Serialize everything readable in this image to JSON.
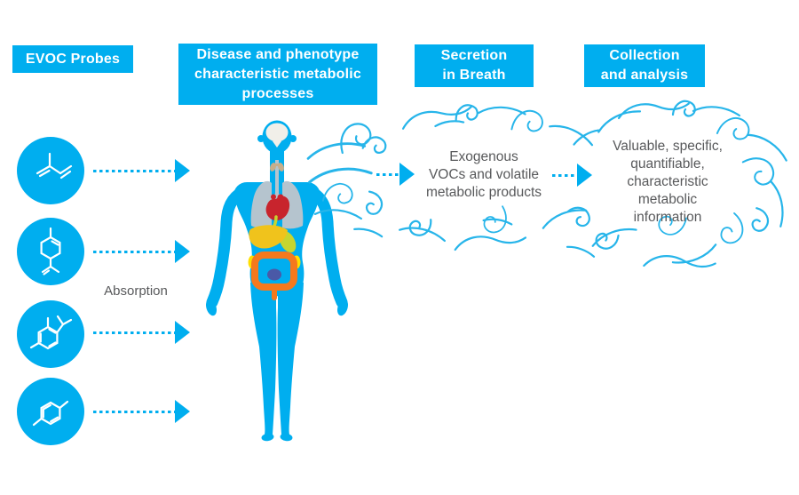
{
  "figure": {
    "title": "EVOC probes breath analysis workflow diagram",
    "colors": {
      "cyan": "#00aeef",
      "swirl": "#27b5ea",
      "gray_text": "#58595b",
      "organ_heart": "#c8242d",
      "organ_liver": "#f0c31c",
      "organ_stomach": "#c6d52f",
      "organ_intestine": "#f5791d",
      "organ_kidney": "#ffdf00",
      "organ_bladder": "#4a59a7",
      "organ_lungs": "#b5c4ce",
      "organ_brain": "#f1efe9",
      "organ_thyroid": "#c7ae8b"
    }
  },
  "headers": [
    {
      "label": "EVOC Probes",
      "lines": [
        "EVOC Probes"
      ]
    },
    {
      "label": "Disease and phenotype characteristic metabolic processes",
      "lines": [
        "Disease and phenotype",
        "characteristic metabolic",
        "processes"
      ]
    },
    {
      "label": "Secretion in Breath",
      "lines": [
        "Secretion",
        "in Breath"
      ]
    },
    {
      "label": "Collection and analysis",
      "lines": [
        "Collection",
        "and analysis"
      ]
    }
  ],
  "probes": {
    "absorption_label": "Absorption",
    "molecules": [
      {
        "icon": "molecule-isoprene-icon"
      },
      {
        "icon": "molecule-limonene-icon"
      },
      {
        "icon": "molecule-cymene-icon"
      },
      {
        "icon": "molecule-xylene-icon"
      }
    ]
  },
  "body": {
    "icon": "human-body-organs-icon"
  },
  "breath_cloud": {
    "label": "Exogenous VOCs and volatile metabolic products",
    "lines": [
      "Exogenous",
      "VOCs and volatile",
      "metabolic products"
    ]
  },
  "analysis_cloud": {
    "label": "Valuable, specific, quantifiable, characteristic metabolic information",
    "lines": [
      "Valuable, specific,",
      "quantifiable,",
      "characteristic",
      "metabolic",
      "information"
    ]
  }
}
